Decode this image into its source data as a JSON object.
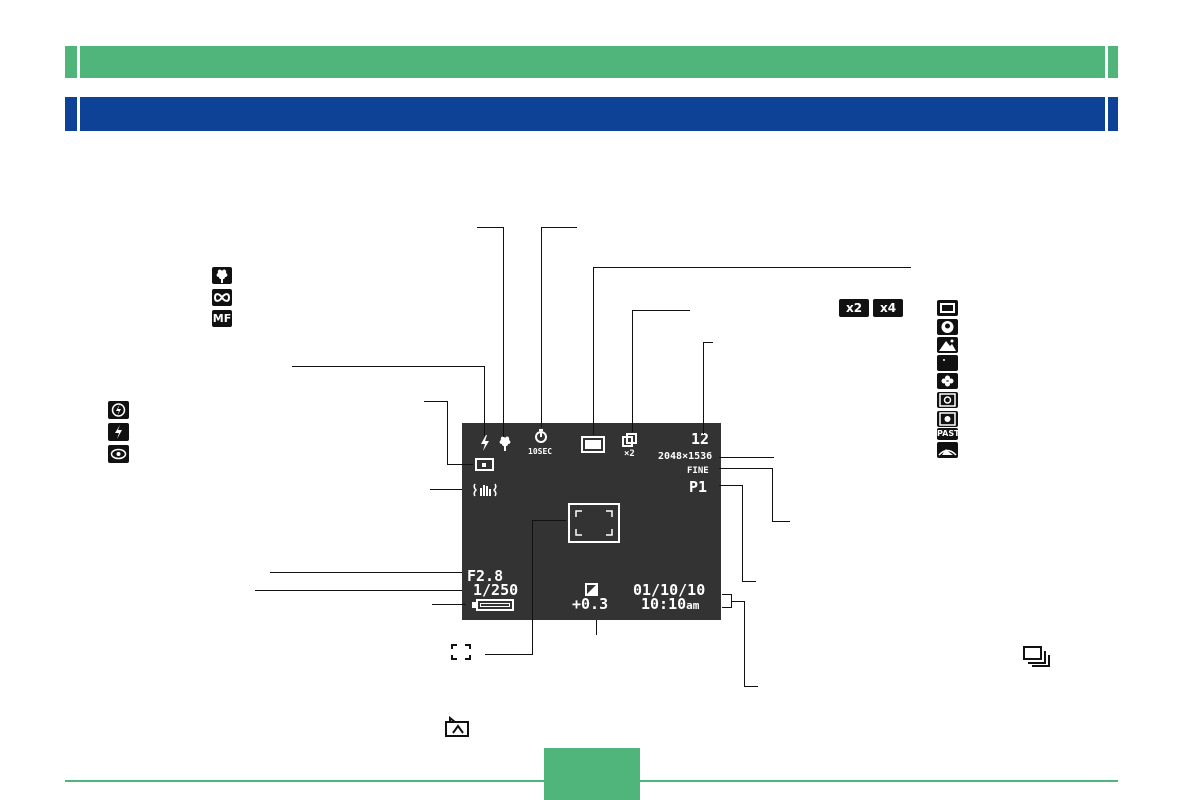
{
  "lcd": {
    "self_timer": "10SEC",
    "zoom": "×2",
    "shots_remaining": "12",
    "resolution": "2048×1536",
    "quality": "FINE",
    "mode": "P1",
    "aperture": "F2.8",
    "shutter": "1/250",
    "exposure_comp": "+0.3",
    "date": "01/10/10",
    "time": "10:10",
    "ampm": "am"
  },
  "labels": {
    "zoom_x2": "x2",
    "zoom_x4": "x4",
    "focus_mf": "MF",
    "scene_past": "PAST"
  },
  "colors": {
    "green": "#4fb57b",
    "blue": "#0d4296",
    "lcd_bg": "#333333"
  }
}
